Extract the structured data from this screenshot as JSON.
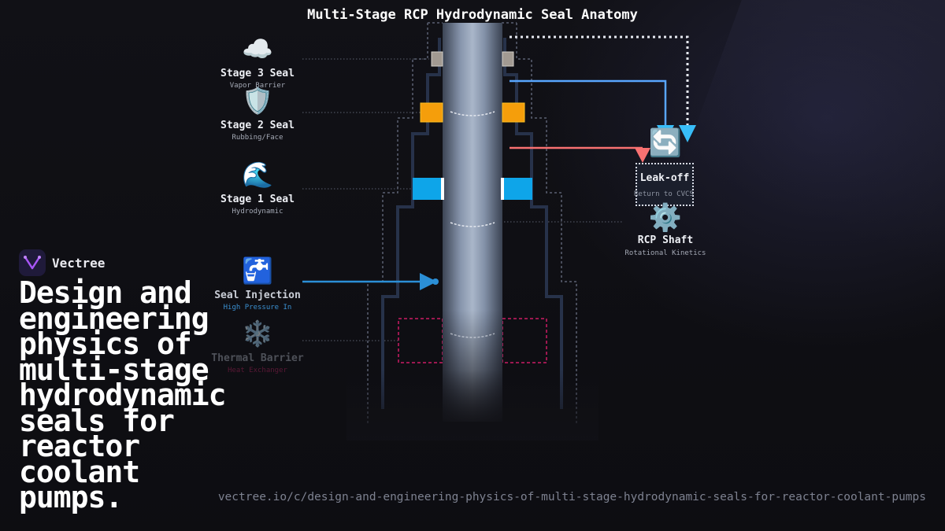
{
  "diagram": {
    "title": "Multi-Stage RCP Hydrodynamic Seal Anatomy",
    "stages": [
      {
        "icon": "☁️",
        "icon_name": "cloud-icon",
        "name": "Stage 3 Seal",
        "sub": "Vapor Barrier"
      },
      {
        "icon": "🛡️",
        "icon_name": "shield-icon",
        "name": "Stage 2 Seal",
        "sub": "Rubbing/Face"
      },
      {
        "icon": "🌊",
        "icon_name": "wave-icon",
        "name": "Stage 1 Seal",
        "sub": "Hydrodynamic"
      },
      {
        "icon": "🚰",
        "icon_name": "faucet-icon",
        "name": "Seal Injection",
        "sub": "High Pressure In"
      },
      {
        "icon": "❄️",
        "icon_name": "snowflake-icon",
        "name": "Thermal Barrier",
        "sub": "Heat Exchanger"
      }
    ],
    "leakoff": {
      "icon": "🔄",
      "icon_name": "recycle-arrows-icon",
      "name": "Leak-off",
      "sub": "Return to CVCS"
    },
    "shaft": {
      "icon": "⚙️",
      "icon_name": "gear-icon",
      "name": "RCP Shaft",
      "sub": "Rotational Kinetics"
    },
    "colors": {
      "stage3_seal": "#a29a92",
      "stage2_seal": "#f59e0b",
      "stage1_seal": "#0ea5e9",
      "injection_flow": "#2b8fd6",
      "leak_blue": "#58a6ff",
      "leak_red": "#f87171",
      "thermal_barrier": "#be185d"
    }
  },
  "brand": {
    "name": "Vectree",
    "headline": "Design and engineering physics of multi-stage hydrodynamic seals for reactor coolant pumps.",
    "url": "vectree.io/c/design-and-engineering-physics-of-multi-stage-hydrodynamic-seals-for-reactor-coolant-pumps"
  }
}
